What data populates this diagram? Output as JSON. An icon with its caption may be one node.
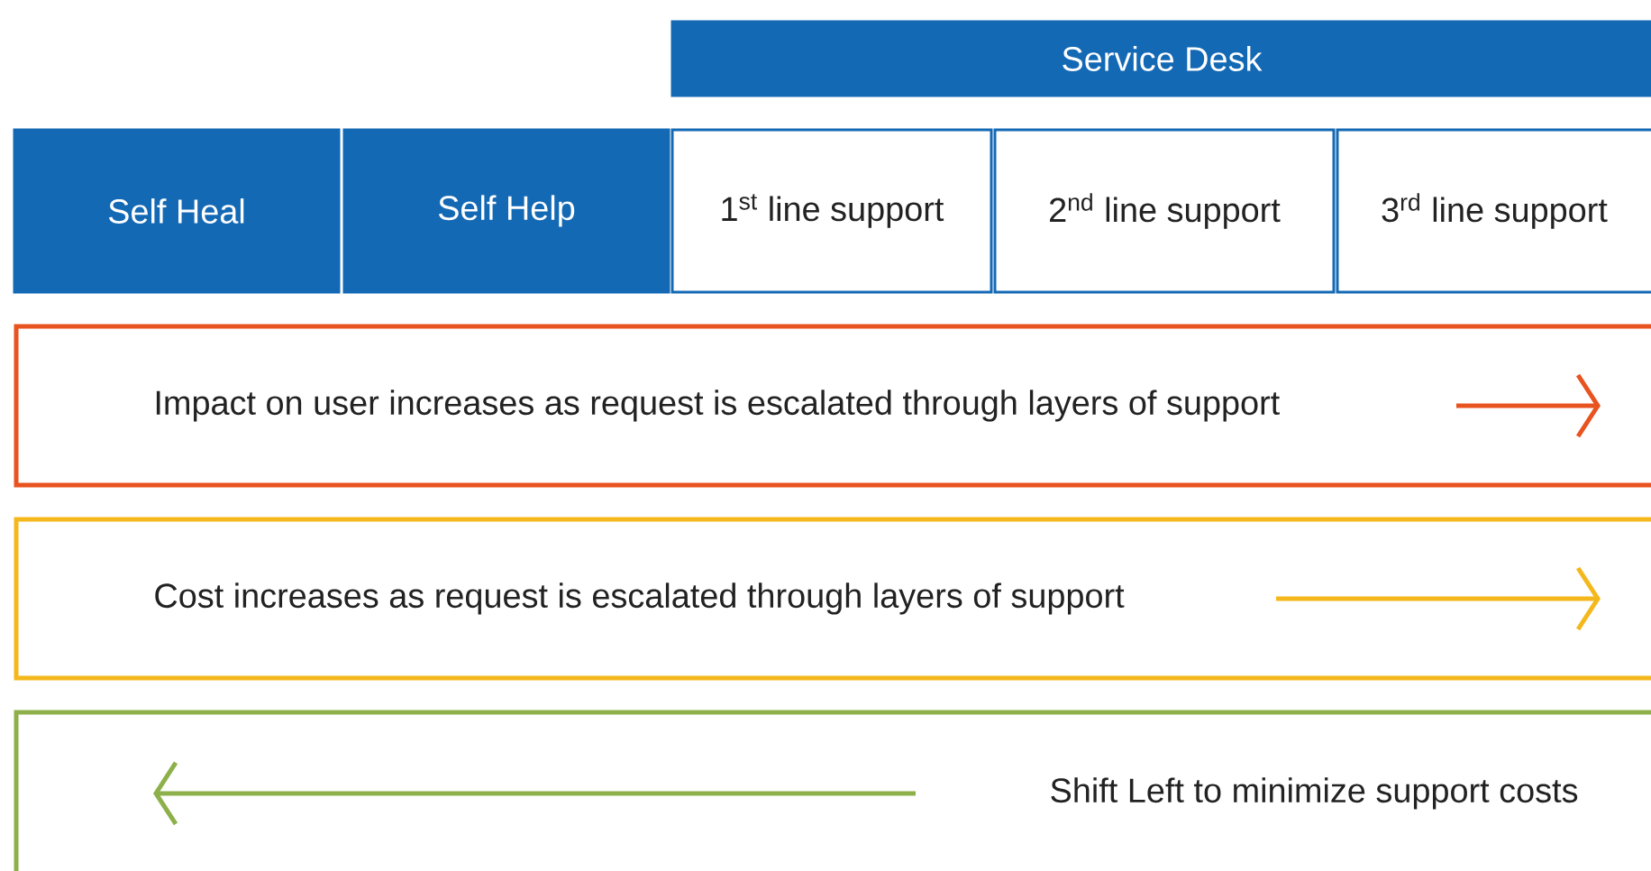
{
  "diagram": {
    "nodes": [
      {
        "text": [
          "Service Desk"
        ]
      },
      {
        "text": [
          "Self Heal"
        ]
      },
      {
        "text": [
          "Self Help"
        ]
      },
      {
        "text": [
          "1$^{st}$ line support"
        ]
      },
      {
        "text": [
          "2$^{nd}$ line support"
        ]
      },
      {
        "text": [
          "3$^{rd}$ line support"
        ]
      },
      {
        "text": [
          "Impact on user increases as request is escalated through layers of support"
        ]
      },
      {
        "text": [
          "Cost increases as request is escalated through layers of support"
        ]
      },
      {
        "text": [
          "Shift Left to minimize support costs"
        ]
      }
    ]
  }
}
